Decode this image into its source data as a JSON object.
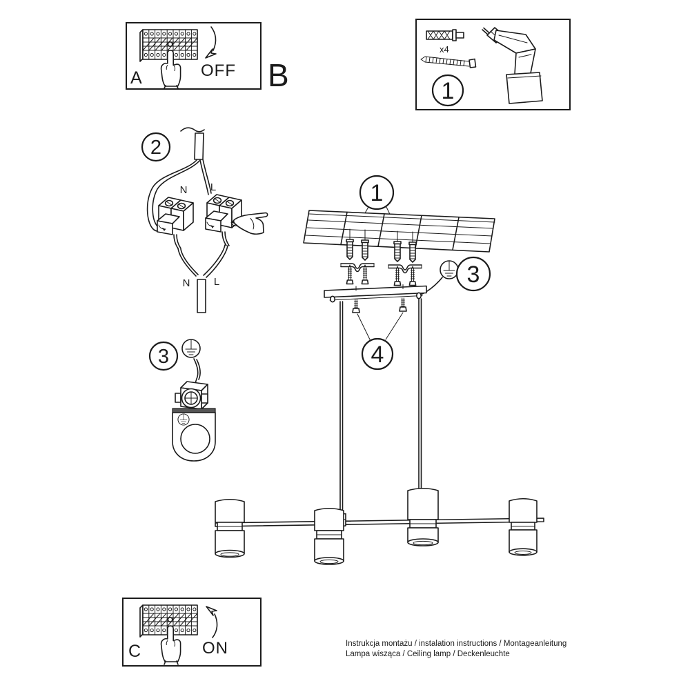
{
  "ink_color": "#1b1b1b",
  "panel_a": {
    "letter": "A",
    "state": "OFF"
  },
  "section_b": {
    "letter": "B"
  },
  "tools": {
    "step": "1",
    "screw_quantity": "x4"
  },
  "wiring": {
    "step": "2",
    "top": {
      "n": "N",
      "l": "L"
    },
    "bottom": {
      "n": "N",
      "l": "L"
    }
  },
  "ground_detail": {
    "step": "3"
  },
  "ceiling_assembly": {
    "anchor_step": "1",
    "ground_step": "3",
    "screw_step": "4"
  },
  "panel_c": {
    "letter": "C",
    "state": "ON"
  },
  "footer": {
    "line1": "Instrukcja montażu / instalation instructions / Montageanleitung",
    "line2": "Lampa wisząca / Ceiling lamp / Deckenleuchte"
  }
}
